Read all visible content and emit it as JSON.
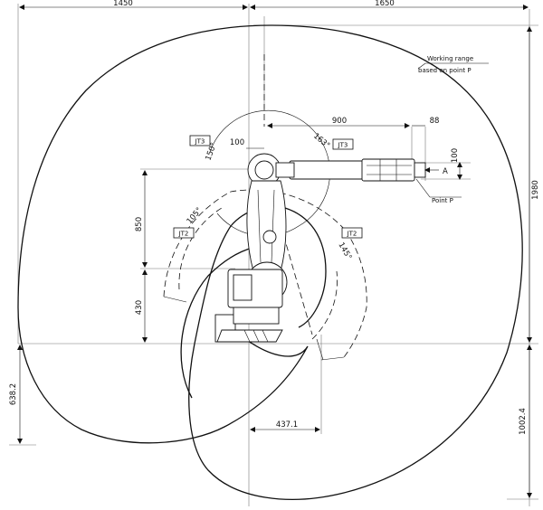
{
  "dimensions": {
    "top_left_width": "1450",
    "top_right_width": "1650",
    "arm_reach": "900",
    "tool_offset": "88",
    "wrist_offset": "100",
    "tool_height": "100",
    "total_height": "1980",
    "upper_height": "850",
    "base_height": "430",
    "left_lower_depth": "638.2",
    "right_lower_depth": "1002.4",
    "inner_radius": "437.1"
  },
  "angles": {
    "jt3_up": "150°",
    "jt3_down": "163°",
    "jt2_back": "105°",
    "jt2_forward": "145°"
  },
  "joint_labels": {
    "jt3_left": "JT3",
    "jt3_right": "JT3",
    "jt2_left": "JT2",
    "jt2_right": "JT2"
  },
  "annotations": {
    "working_range_line1": "Working range",
    "working_range_line2": "based on point P",
    "point_p": "Point P",
    "view_marker": "A"
  }
}
